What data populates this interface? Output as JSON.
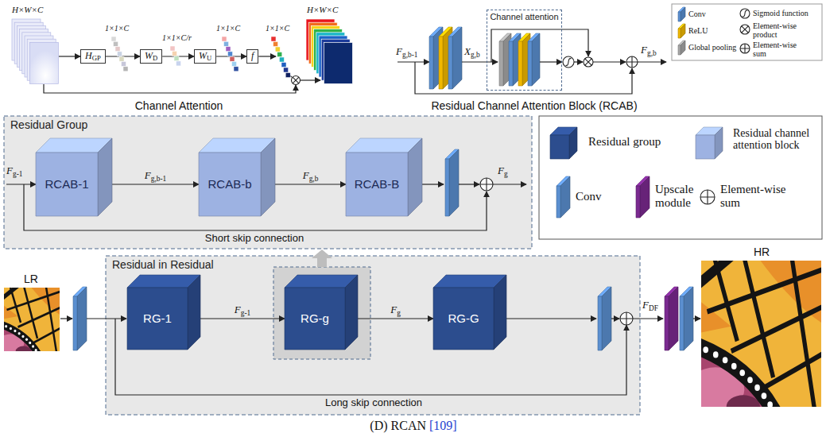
{
  "diagram": {
    "caption": "(D) RCAN [109]",
    "nodes": [
      {
        "text": [
          "HGP"
        ]
      },
      {
        "text": [
          "WD"
        ]
      },
      {
        "text": [
          "WU"
        ]
      },
      {
        "text": [
          "f"
        ]
      },
      {
        "text": [
          "Channel attention"
        ]
      },
      {
        "text": [
          "Residual Group"
        ]
      },
      {
        "text": [
          "RCAB-1"
        ],
        "in": 5
      },
      {
        "text": [
          "RCAB-b"
        ],
        "in": 5
      },
      {
        "text": [
          "RCAB-B"
        ],
        "in": 5
      },
      {
        "text": [
          "Residual in Residual"
        ]
      },
      {
        "text": [
          "RG-1"
        ],
        "in": 9
      },
      {
        "text": [
          "RG-g"
        ],
        "in": 9
      },
      {
        "text": [
          "RG-G"
        ],
        "in": 9
      }
    ],
    "edges": [
      {
        "from": 0,
        "to": 1,
        "arrow": "to"
      },
      {
        "from": 1,
        "to": 2,
        "arrow": "to"
      },
      {
        "from": 2,
        "to": 3,
        "arrow": "to"
      },
      {
        "from": 6,
        "to": 7,
        "label": "Fg,b-1",
        "arrow": "to"
      },
      {
        "from": 7,
        "to": 8,
        "label": "Fg,b",
        "arrow": "to"
      },
      {
        "from": 10,
        "to": 11,
        "label": "Fg-1",
        "arrow": "to"
      },
      {
        "from": 11,
        "to": 12,
        "label": "Fg",
        "arrow": "to"
      }
    ],
    "labels": [
      "H×W×C",
      "1×1×C",
      "1×1×C/r",
      "1×1×C",
      "1×1×C",
      "H×W×C",
      "Channel Attention",
      "Fg,b-1",
      "Xg,b",
      "Fg,b",
      "Residual Channel Attention Block (RCAB)",
      "Fg-1",
      "Short skip connection",
      "Fg",
      "LR",
      "FDF",
      "Long skip connection",
      "HR"
    ],
    "legend": [
      {
        "text": "Conv",
        "color": "#5b8fd0"
      },
      {
        "text": "Sigmoid function"
      },
      {
        "text": "ReLU",
        "color": "#f0b800"
      },
      {
        "text": "Element-wise product"
      },
      {
        "text": "Global pooling",
        "color": "#a6a6a6"
      },
      {
        "text": "Element-wise sum"
      },
      {
        "text": "Residual group",
        "color": "#2c4d8e"
      },
      {
        "text": "Residual channel attention block",
        "color": "#9db2e2"
      },
      {
        "text": "Conv",
        "color": "#5b8fd0"
      },
      {
        "text": "Upscale module",
        "color": "#7b2a90"
      },
      {
        "text": "Element-wise sum"
      }
    ]
  }
}
